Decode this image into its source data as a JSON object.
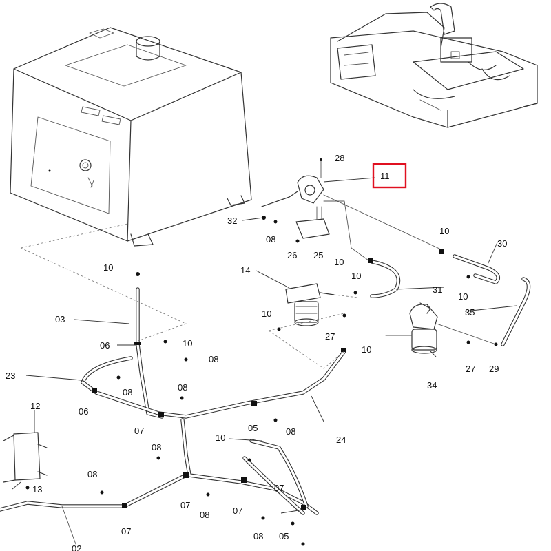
{
  "highlight_color": "#e01020",
  "labels": {
    "l28": "28",
    "l11": "11",
    "l32": "32",
    "l08a": "08",
    "l26": "26",
    "l25": "25",
    "l10a": "10",
    "l30": "30",
    "l10b": "10",
    "l14": "14",
    "l10c": "10",
    "l31": "31",
    "l10d": "10",
    "l10e": "10",
    "l35": "35",
    "l10f": "10",
    "l27a": "27",
    "l10g": "10",
    "l03": "03",
    "l06a": "06",
    "l10h": "10",
    "l08b": "08",
    "l27b": "27",
    "l29": "29",
    "l34": "34",
    "l23": "23",
    "l08c": "08",
    "l08d": "08",
    "l06b": "06",
    "l12": "12",
    "l07a": "07",
    "l05a": "05",
    "l08e": "08",
    "l24": "24",
    "l10i": "10",
    "l08f": "08",
    "l08g": "08",
    "l13": "13",
    "l07b": "07",
    "l08h": "08",
    "l07c": "07",
    "l07d": "07",
    "l07e": "07",
    "l08i": "08",
    "l05b": "05",
    "l02": "02"
  }
}
